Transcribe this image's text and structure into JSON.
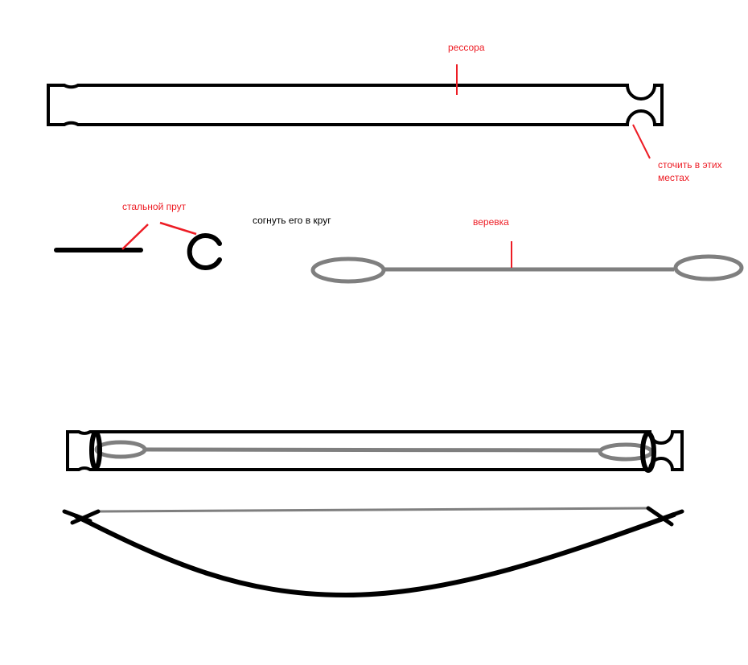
{
  "labels": {
    "spring": "рессора",
    "grind_line1": "сточить в этих",
    "grind_line2": "местах",
    "steel_rod": "стальной прут",
    "bend": "согнуть его в круг",
    "rope": "веревка"
  },
  "colors": {
    "annotation": "#ed1c24",
    "outline": "#000000",
    "rope": "#7f7f7f",
    "background": "#ffffff"
  }
}
